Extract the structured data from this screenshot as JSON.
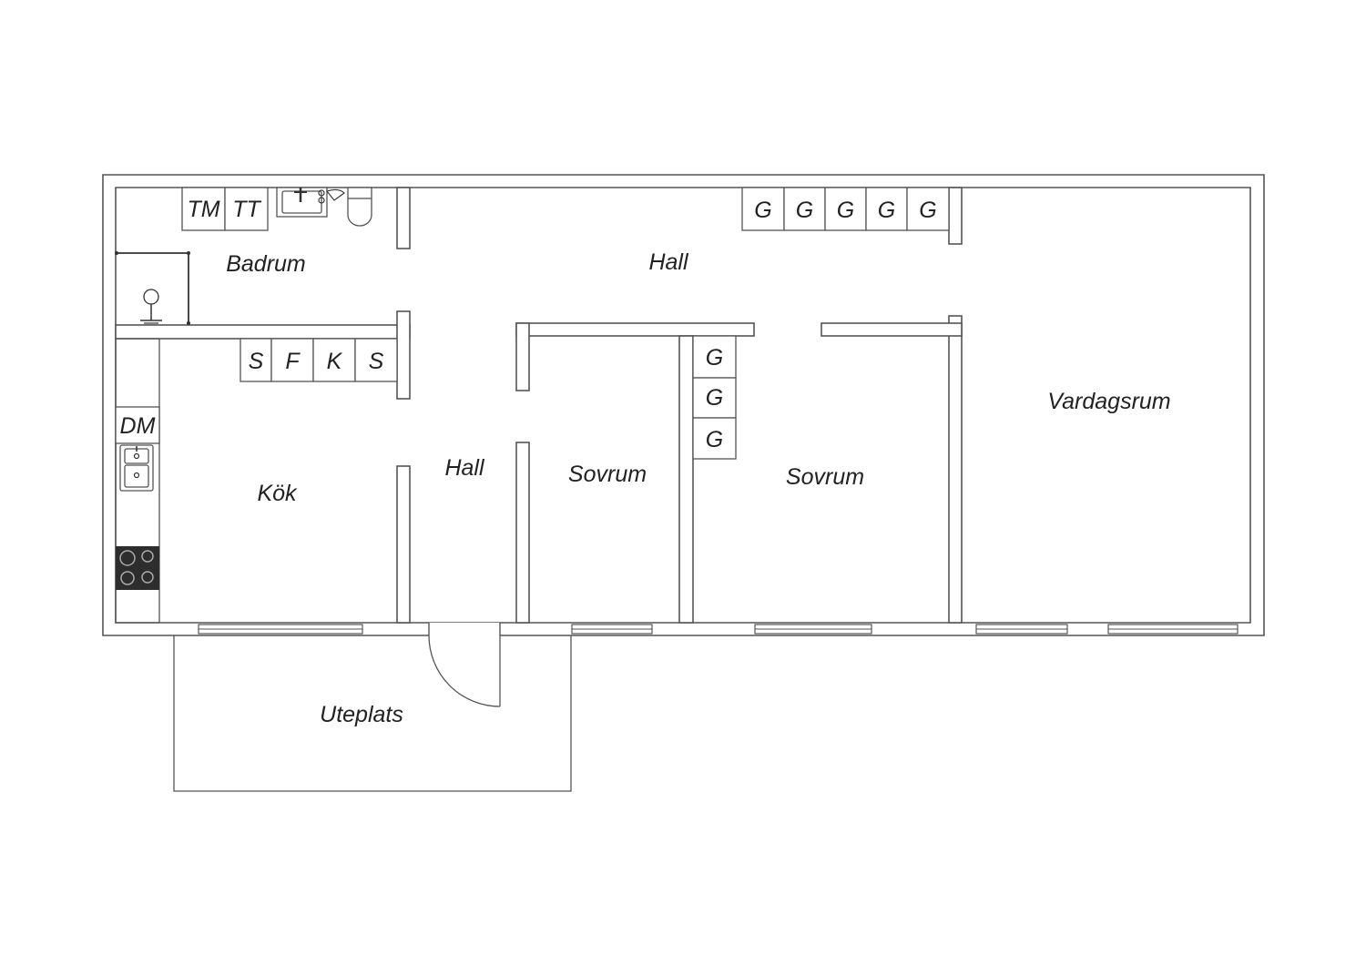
{
  "plan": {
    "colors": {
      "wall": "#555555",
      "text": "#222222",
      "background": "#ffffff",
      "stove": "#2d2d2d"
    },
    "rooms": {
      "badrum": "Badrum",
      "hall_main": "Hall",
      "kok": "Kök",
      "hall_small": "Hall",
      "sovrum_1": "Sovrum",
      "sovrum_2": "Sovrum",
      "vardagsrum": "Vardagsrum",
      "uteplats": "Uteplats"
    },
    "fixtures": {
      "bathroom": [
        "TM",
        "TT"
      ],
      "kitchen_top": [
        "S",
        "F",
        "K",
        "S"
      ],
      "kitchen_side": "DM",
      "hall_wardrobes": [
        "G",
        "G",
        "G",
        "G",
        "G"
      ],
      "bedroom_wardrobes": [
        "G",
        "G",
        "G"
      ]
    },
    "icons": [
      "bathroom-sink-icon",
      "toilet-icon",
      "shower-icon",
      "kitchen-sink-icon",
      "stove-icon",
      "door-swing-icon",
      "window-icon"
    ]
  }
}
